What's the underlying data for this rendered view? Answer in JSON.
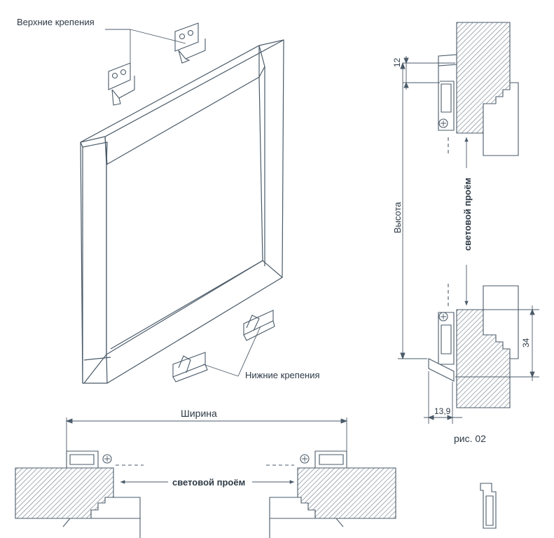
{
  "labels": {
    "top_mounts": "Верхние крепения",
    "bottom_mounts": "Нижние крепения",
    "width": "Ширина",
    "height": "Высота",
    "light_opening": "световой проём",
    "light_opening_vertical": "световой проём",
    "figure": "рис. 02",
    "dim_12": "12",
    "dim_34": "34",
    "dim_13_9": "13,9"
  },
  "colors": {
    "line": "#4a5a68",
    "hatch": "#6b7885",
    "text": "#2e3a46"
  }
}
